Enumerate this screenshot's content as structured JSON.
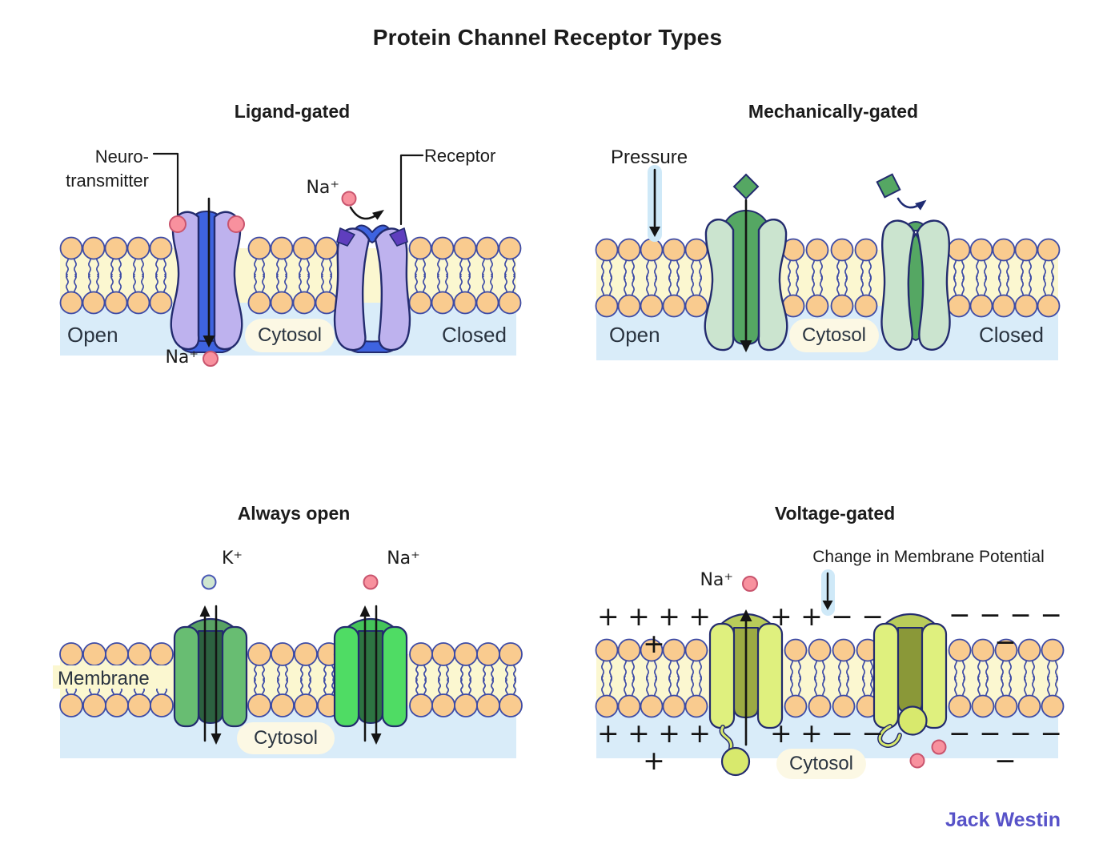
{
  "main_title": "Protein Channel Receptor Types",
  "brand": "Jack Westin",
  "shared": {
    "open": "Open",
    "closed": "Closed",
    "cytosol": "Cytosol",
    "na": "Na⁺",
    "k": "K⁺"
  },
  "ligand": {
    "title": "Ligand-gated",
    "neuro_line1": "Neuro-",
    "neuro_line2": "transmitter",
    "receptor": "Receptor"
  },
  "mech": {
    "title": "Mechanically-gated",
    "pressure": "Pressure"
  },
  "always": {
    "title": "Always open",
    "membrane": "Membrane"
  },
  "voltage": {
    "title": "Voltage-gated",
    "change": "Change in Membrane Potential",
    "plus_five": "+ + + + +",
    "plus_minus": "+ + − −",
    "minus_five": "− − − − −"
  },
  "colors": {
    "lipid_outline": "#3d4ba6",
    "channel_outline": "#232b6e",
    "lipid_head": "#f9cb8f",
    "membrane_yellow": "#fbf7d0",
    "cytosol_blue": "#d9ecf9",
    "ligand_purple": "#beb2ee",
    "ligand_blue": "#3e63e0",
    "receptor_notch": "#5f3ebe",
    "ion_pink": "#f8919e",
    "ion_pink_stroke": "#c9556e",
    "ion_green": "#cfe6d0",
    "mech_pale_green": "#cbe4cf",
    "mech_green": "#55a763",
    "open1_side": "#68bd72",
    "open1_dark": "#2c6140",
    "open1_dome": "#58a263",
    "open1_dome_inner": "#3b7a4b",
    "open2_side": "#4fdc64",
    "open2_dark": "#2d7442",
    "open2_dome": "#44c459",
    "open2_dome_inner": "#37984f",
    "volt_side": "#dff07e",
    "volt_dome": "#b9cc5a",
    "volt_dome_inner": "#8e9c3e",
    "volt_pore_open": "#9caa43",
    "volt_pore_closed": "#8a9838",
    "volt_ball": "#d8e96d",
    "arrow_black": "#141414",
    "arrow_navy": "#1f2c73",
    "highlight_blue": "#cfe9f8",
    "pill_cream": "#fcf8e4",
    "text_dark": "#1c1c1c",
    "text_slate": "#2a3440",
    "brand_purple": "#5752c8"
  }
}
